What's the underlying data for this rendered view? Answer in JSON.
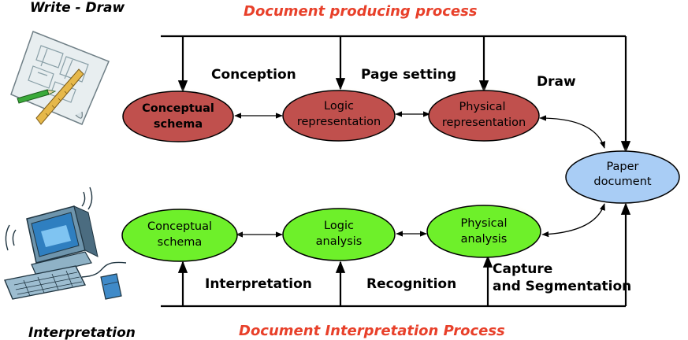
{
  "corner_labels": {
    "top_left": "Write - Draw",
    "bottom_left": "Interpretation"
  },
  "titles": {
    "top": "Document producing process",
    "bottom": "Document Interpretation Process",
    "color": "#e8402a"
  },
  "colors": {
    "producing_node": "#c0504d",
    "interpretation_node": "#6ef02a",
    "paper_node": "#a9cdf5"
  },
  "nodes": {
    "conceptual_schema_top": [
      "Conceptual",
      "schema"
    ],
    "logic_representation": [
      "Logic",
      "representation"
    ],
    "physical_representation": [
      "Physical",
      "representation"
    ],
    "paper_document": [
      "Paper",
      "document"
    ],
    "conceptual_schema_bottom": [
      "Conceptual",
      "schema"
    ],
    "logic_analysis": [
      "Logic",
      "analysis"
    ],
    "physical_analysis": [
      "Physical",
      "analysis"
    ]
  },
  "steps": {
    "conception": "Conception",
    "page_setting": "Page setting",
    "draw": "Draw",
    "interpretation": "Interpretation",
    "recognition": "Recognition",
    "capture": [
      "Capture",
      "and Segmentation"
    ]
  },
  "icons": {
    "top_left": "blueprint-drawing-icon",
    "bottom_left": "computer-icon"
  }
}
